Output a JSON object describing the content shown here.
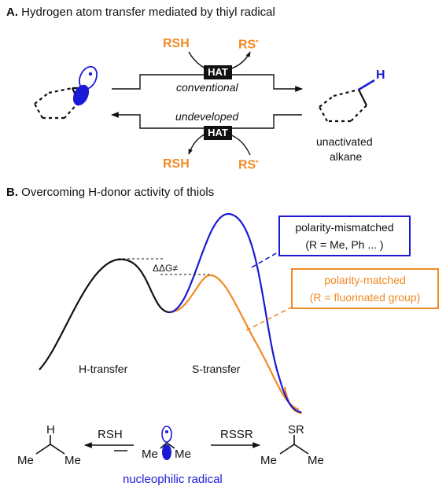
{
  "sectionA": {
    "letter": "A.",
    "title": "Hydrogen atom transfer mediated by thiyl radical",
    "rsh_top": "RSH",
    "rs_top": "RS",
    "hat_top": "HAT",
    "conventional": "conventional",
    "undeveloped": "undeveloped",
    "hat_bottom": "HAT",
    "rsh_bottom": "RSH",
    "rs_bottom": "RS",
    "product_h": "H",
    "unactivated": "unactivated",
    "alkane": "alkane"
  },
  "sectionB": {
    "letter": "B.",
    "title": "Overcoming H-donor activity of thiols",
    "mismatched_line1": "polarity-mismatched",
    "mismatched_line2": "(R = Me, Ph ... )",
    "matched_line1": "polarity-matched",
    "matched_line2": "(R = fluorinated group)",
    "ddg": "ΔΔG≠",
    "h_transfer": "H-transfer",
    "s_transfer": "S-transfer"
  },
  "scheme": {
    "left_h": "H",
    "left_me1": "Me",
    "left_me2": "Me",
    "rsh": "RSH",
    "mid_me1": "Me",
    "mid_me2": "Me",
    "rssr": "RSSR",
    "right_sr": "SR",
    "right_me1": "Me",
    "right_me2": "Me",
    "nucleophilic": "nucleophilic radical"
  },
  "colors": {
    "orange": "#f08a24",
    "blue": "#1a1ad6",
    "black": "#111111"
  }
}
